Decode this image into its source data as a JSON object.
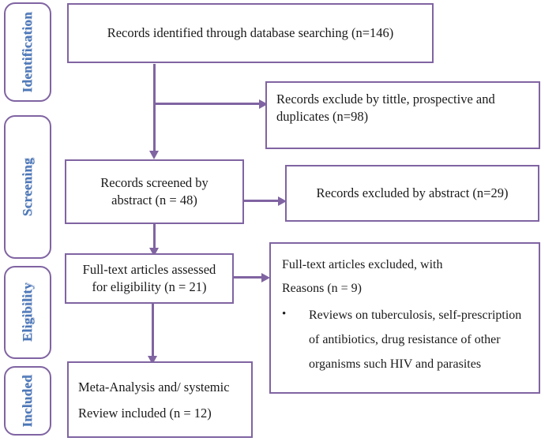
{
  "diagram": {
    "type": "prisma-flow-diagram",
    "accent_color": "#8064A2",
    "label_color": "#4B77B8",
    "background": "#ffffff"
  },
  "stages": [
    {
      "label": "Identification"
    },
    {
      "label": "Screening"
    },
    {
      "label": "Eligibility"
    },
    {
      "label": "Included"
    }
  ],
  "boxes": {
    "identified": {
      "text": "Records identified through database searching (n=146)",
      "n": 146
    },
    "excluded_title": {
      "text": "Records exclude by tittle,  prospective and duplicates  (n=98)",
      "n": 98
    },
    "screened": {
      "text": "Records screened by\nabstract  (n = 48)",
      "n": 48
    },
    "excluded_abstract": {
      "text": "Records excluded by abstract (n=29)",
      "n": 29
    },
    "fulltext_assessed": {
      "text": "Full-text  articles assessed\nfor eligibility  (n = 21)",
      "n": 21
    },
    "excluded_reasons": {
      "line1": "Full-text  articles excluded, with",
      "line2": "Reasons (n = 9)",
      "bullet_marker": "•",
      "bullet_text": "Reviews  on tuberculosis, self-prescription of antibiotics, drug resistance of other organisms such HIV and parasites",
      "n": 9
    },
    "included": {
      "text": "Meta-Analysis  and/ systemic\nReview  included (n = 12)",
      "n": 12
    }
  }
}
